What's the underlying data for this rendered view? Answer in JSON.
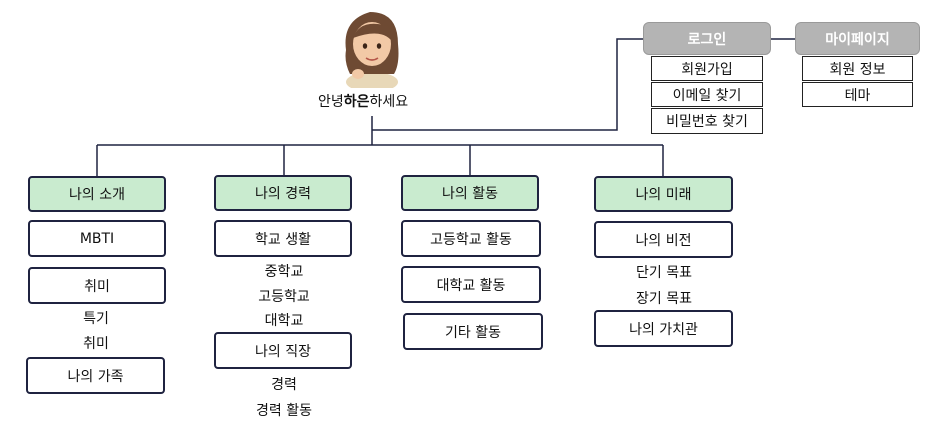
{
  "greeting": {
    "prefix": "안녕",
    "name": "하은",
    "suffix": "하세요"
  },
  "top_nav": {
    "login": {
      "label": "로그인",
      "items": [
        "회원가입",
        "이메일 찾기",
        "비밀번호 찾기"
      ]
    },
    "mypage": {
      "label": "마이페이지",
      "items": [
        "회원 정보",
        "테마"
      ]
    }
  },
  "sections": [
    {
      "title": "나의 소개",
      "boxes": [
        "MBTI",
        "취미",
        "나의 가족"
      ],
      "texts": [
        "특기",
        "취미"
      ]
    },
    {
      "title": "나의 경력",
      "boxes": [
        "학교 생활",
        "나의 직장"
      ],
      "texts": [
        "중학교",
        "고등학교",
        "대학교",
        "경력",
        "경력 활동"
      ]
    },
    {
      "title": "나의 활동",
      "boxes": [
        "고등학교 활동",
        "대학교 활동",
        "기타 활동"
      ],
      "texts": []
    },
    {
      "title": "나의 미래",
      "boxes": [
        "나의 비전",
        "나의 가치관"
      ],
      "texts": [
        "단기 목표",
        "장기 목표"
      ]
    }
  ],
  "colors": {
    "section_header_fill": "#c9ebcf",
    "nav_button_fill": "#b4b4b4",
    "border": "#1f2340"
  },
  "icons": {
    "avatar": "memoji-avatar-icon"
  }
}
